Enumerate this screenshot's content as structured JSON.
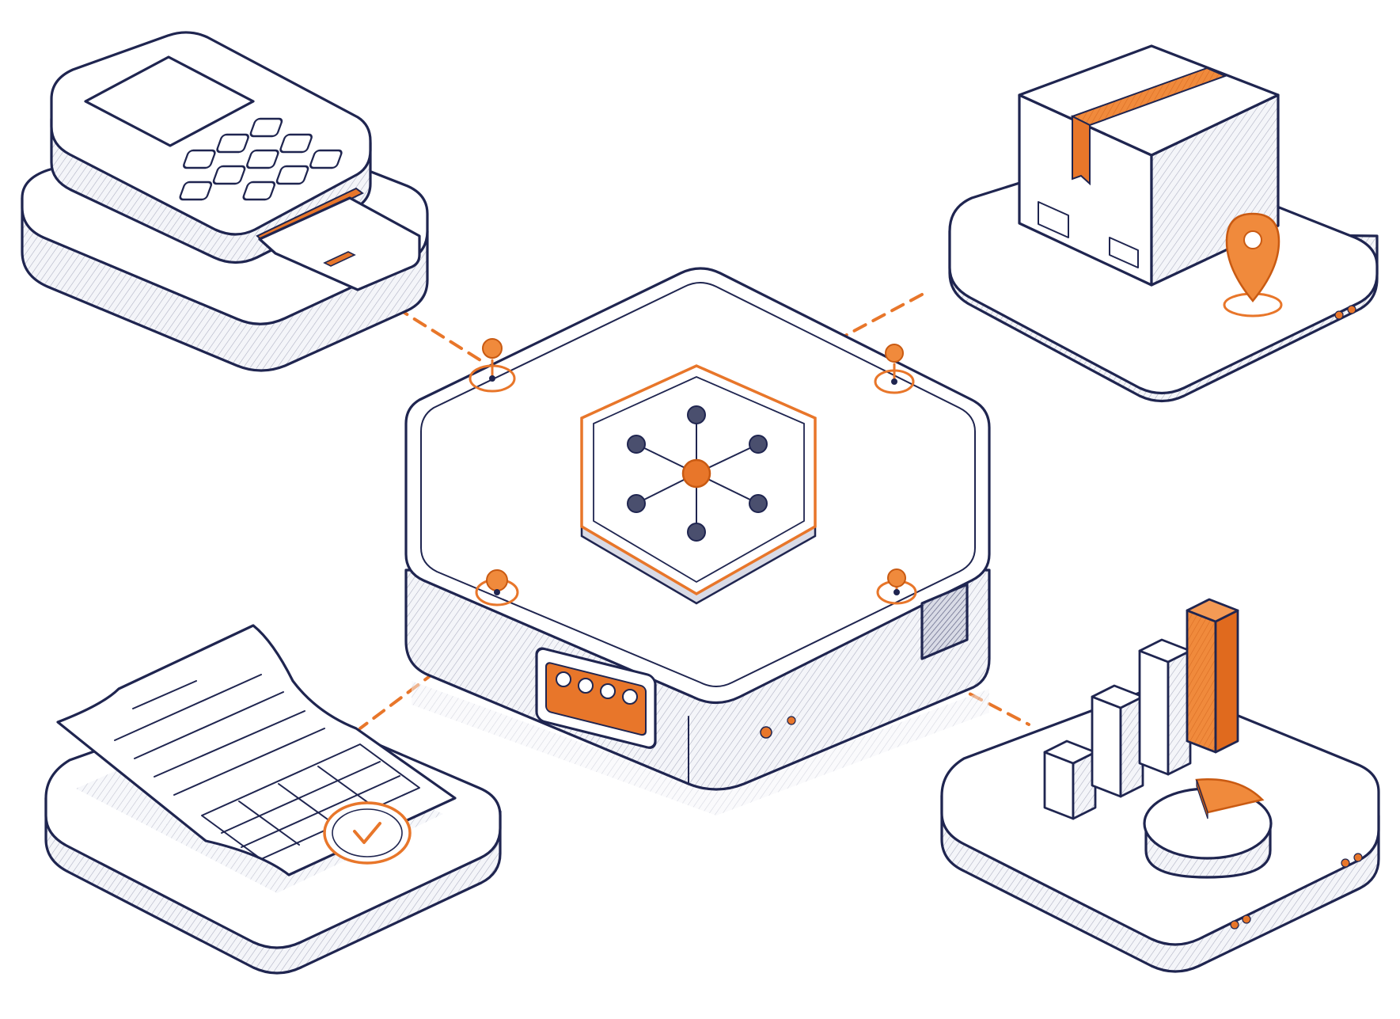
{
  "colors": {
    "ink": "#1f2550",
    "accent": "#e8762a",
    "paper": "#ffffff",
    "shade": "#eef0f5"
  },
  "central_hub": {
    "icon": "hub-network-icon",
    "ports": [
      "ethernet-port",
      "ethernet-port",
      "ethernet-port",
      "ethernet-port"
    ],
    "pins": [
      "pin-top-left",
      "pin-top-right",
      "pin-bottom-left",
      "pin-bottom-right"
    ]
  },
  "modules": [
    {
      "id": "payments",
      "icon": "card-payment-terminal-icon"
    },
    {
      "id": "shipping",
      "icon": "package-location-icon"
    },
    {
      "id": "invoicing",
      "icon": "invoice-document-check-icon"
    },
    {
      "id": "analytics",
      "icon": "bar-pie-chart-icon"
    }
  ],
  "connections": [
    {
      "from": "payments",
      "to": "central_hub"
    },
    {
      "from": "shipping",
      "to": "central_hub"
    },
    {
      "from": "invoicing",
      "to": "central_hub"
    },
    {
      "from": "analytics",
      "to": "central_hub"
    }
  ],
  "chart_module": {
    "bars": 4,
    "highlighted_bar": 4,
    "pie_highlight_slice": 1
  }
}
